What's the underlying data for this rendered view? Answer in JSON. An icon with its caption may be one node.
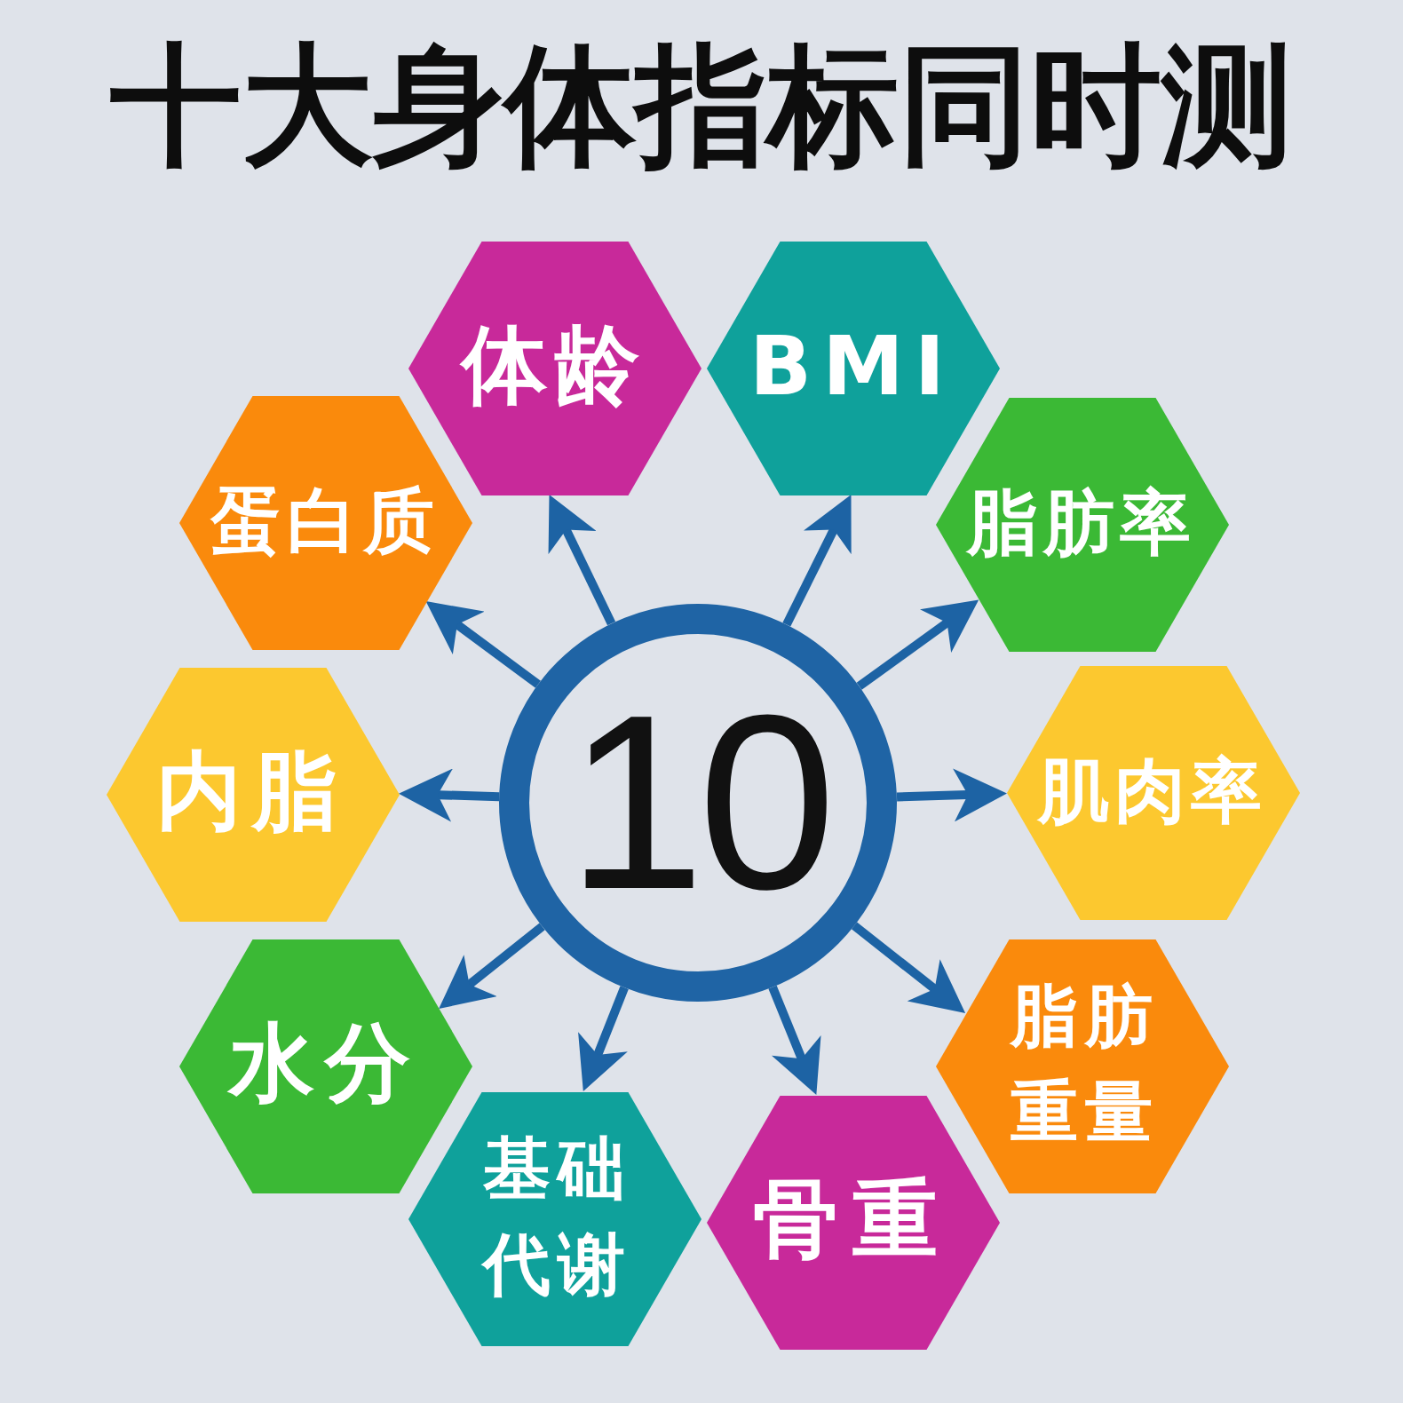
{
  "diagram": {
    "title": "十大身体指标同时测",
    "nodes": [
      {
        "text": [
          "10"
        ]
      },
      {
        "text": [
          "体龄"
        ]
      },
      {
        "text": [
          "BMI"
        ]
      },
      {
        "text": [
          "脂肪率"
        ]
      },
      {
        "text": [
          "肌肉率"
        ]
      },
      {
        "text": [
          "脂肪重量"
        ]
      },
      {
        "text": [
          "骨重"
        ]
      },
      {
        "text": [
          "基础代谢"
        ]
      },
      {
        "text": [
          "水分"
        ]
      },
      {
        "text": [
          "内脂"
        ]
      },
      {
        "text": [
          "蛋白质"
        ]
      }
    ],
    "edges": [
      {
        "from": 0,
        "to": 1,
        "arrow": "to"
      },
      {
        "from": 0,
        "to": 2,
        "arrow": "to"
      },
      {
        "from": 0,
        "to": 3,
        "arrow": "to"
      },
      {
        "from": 0,
        "to": 4,
        "arrow": "to"
      },
      {
        "from": 0,
        "to": 5,
        "arrow": "to"
      },
      {
        "from": 0,
        "to": 6,
        "arrow": "to"
      },
      {
        "from": 0,
        "to": 7,
        "arrow": "to"
      },
      {
        "from": 0,
        "to": 8,
        "arrow": "to"
      },
      {
        "from": 0,
        "to": 9,
        "arrow": "to"
      },
      {
        "from": 0,
        "to": 10,
        "arrow": "to"
      }
    ]
  }
}
